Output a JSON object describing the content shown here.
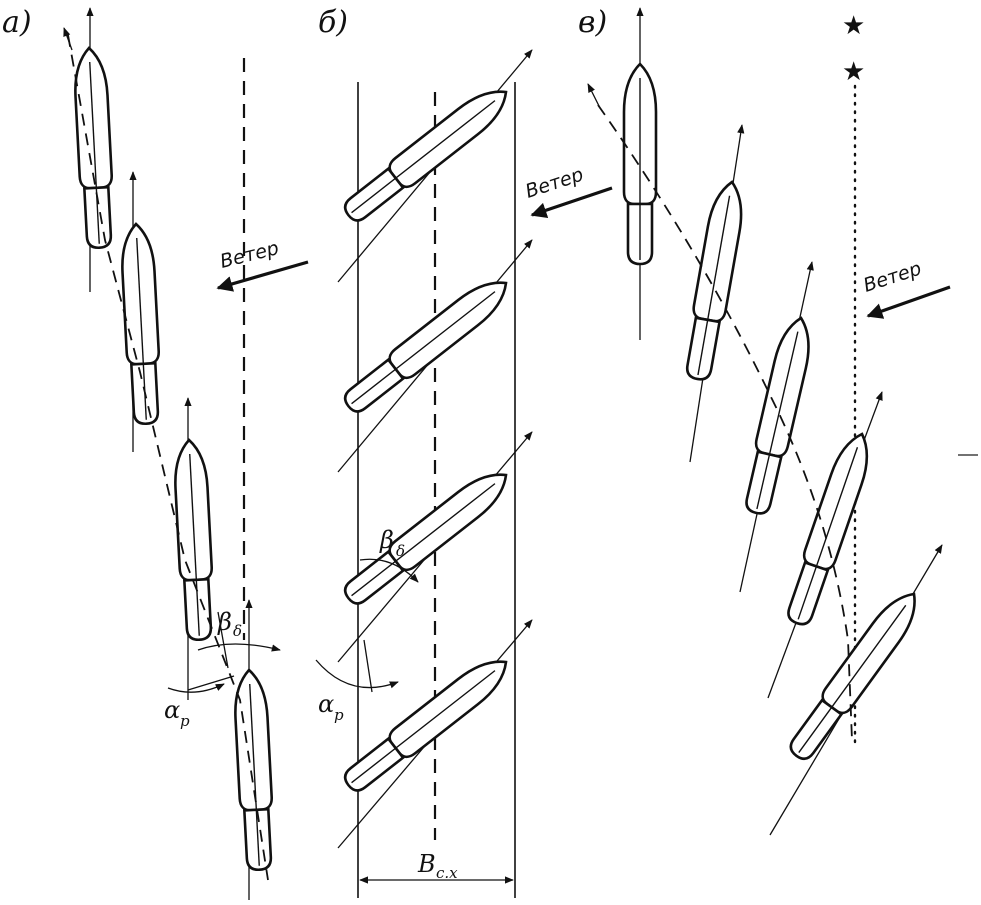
{
  "panels": {
    "a": {
      "label": "а)",
      "wind_label": "Ветер",
      "alpha_label": "α",
      "alpha_sub": "р",
      "beta_label": "β",
      "beta_sub": "δ"
    },
    "b": {
      "label": "б)",
      "wind_label": "Ветер",
      "alpha_label": "α",
      "alpha_sub": "р",
      "beta_label": "β",
      "beta_sub": "δ",
      "width_label": "В",
      "width_sub": "с.х"
    },
    "c": {
      "label": "в)",
      "wind_label": "Ветер",
      "star_icon": "star-icon"
    }
  },
  "colors": {
    "ink": "#111111",
    "paper": "#ffffff"
  }
}
